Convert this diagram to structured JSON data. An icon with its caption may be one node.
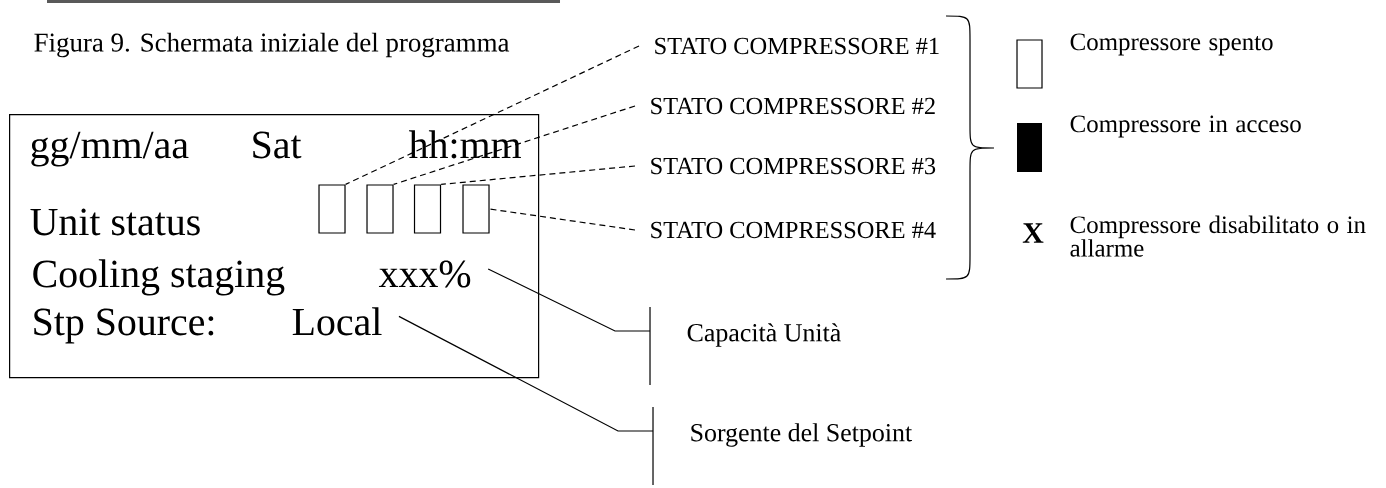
{
  "diagram": {
    "caption": "Figura 9. Schermata iniziale del programma",
    "nodes": [
      {
        "text": [
          "gg/mm/aa",
          "Sat",
          "hh:mm",
          "Unit status",
          "Cooling staging",
          "Stp Source:"
        ]
      },
      {
        "text": [],
        "shape": "box",
        "in": 0
      },
      {
        "text": [],
        "shape": "box",
        "in": 0
      },
      {
        "text": [],
        "shape": "box",
        "in": 0
      },
      {
        "text": [],
        "shape": "box",
        "in": 0
      },
      {
        "text": [
          "xxx%"
        ],
        "in": 0
      },
      {
        "text": [
          "Local"
        ],
        "in": 0
      },
      {
        "text": [
          "STATO COMPRESSORE #1"
        ]
      },
      {
        "text": [
          "STATO COMPRESSORE #2"
        ]
      },
      {
        "text": [
          "STATO COMPRESSORE #3"
        ]
      },
      {
        "text": [
          "STATO COMPRESSORE #4"
        ]
      },
      {
        "text": [
          "Capacità Unità"
        ]
      },
      {
        "text": [
          "Sorgente del Setpoint"
        ]
      }
    ],
    "edges": [
      {
        "from": 7,
        "to": 1,
        "arrow": "none",
        "style": "dashed"
      },
      {
        "from": 8,
        "to": 2,
        "arrow": "none",
        "style": "dashed"
      },
      {
        "from": 9,
        "to": 3,
        "arrow": "none",
        "style": "dashed"
      },
      {
        "from": 10,
        "to": 4,
        "arrow": "none",
        "style": "dashed"
      },
      {
        "from": 11,
        "to": 5,
        "arrow": "none"
      },
      {
        "from": 12,
        "to": 6,
        "arrow": "none"
      }
    ],
    "labels": [
      "X"
    ],
    "legend": [
      {
        "text": "Compressore spento"
      },
      {
        "text": "Compressore in acceso",
        "color": "#000000"
      },
      {
        "text": "Compressore disabilitato o in allarme"
      }
    ]
  }
}
